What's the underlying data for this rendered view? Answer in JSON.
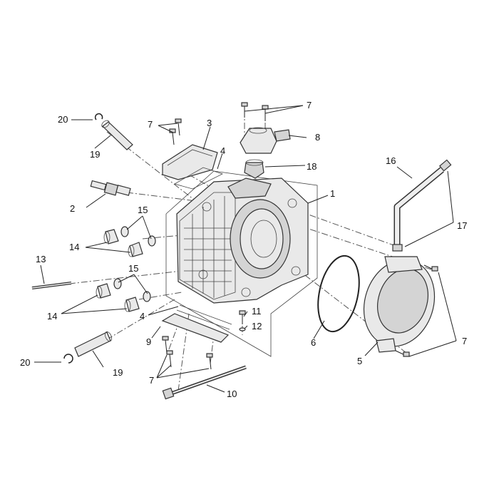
{
  "labels": {
    "l1": "1",
    "l2": "2",
    "l3": "3",
    "l4a": "4",
    "l4b": "4",
    "l5": "5",
    "l6": "6",
    "l7a": "7",
    "l7b": "7",
    "l7c": "7",
    "l7d": "7",
    "l8": "8",
    "l9": "9",
    "l10": "10",
    "l11": "11",
    "l12": "12",
    "l13": "13",
    "l14a": "14",
    "l14b": "14",
    "l15a": "15",
    "l15b": "15",
    "l16": "16",
    "l17": "17",
    "l18": "18",
    "l19a": "19",
    "l19b": "19",
    "l20a": "20",
    "l20b": "20"
  }
}
